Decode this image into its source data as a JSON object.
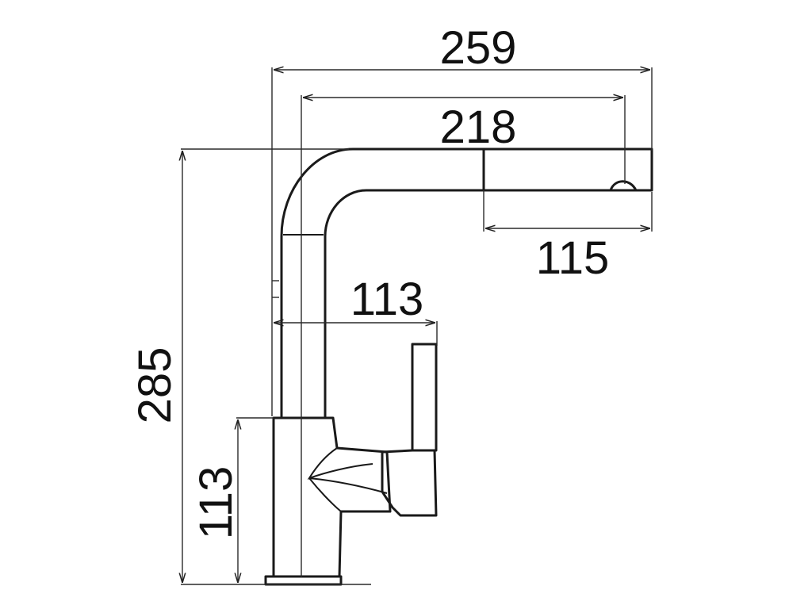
{
  "dimensions": {
    "overall_reach": "259",
    "spout_reach": "218",
    "spout_head_length": "115",
    "handle_offset": "113",
    "total_height": "285",
    "body_height": "113"
  },
  "colors": {
    "line": "#1a1a1a",
    "background": "#ffffff"
  }
}
